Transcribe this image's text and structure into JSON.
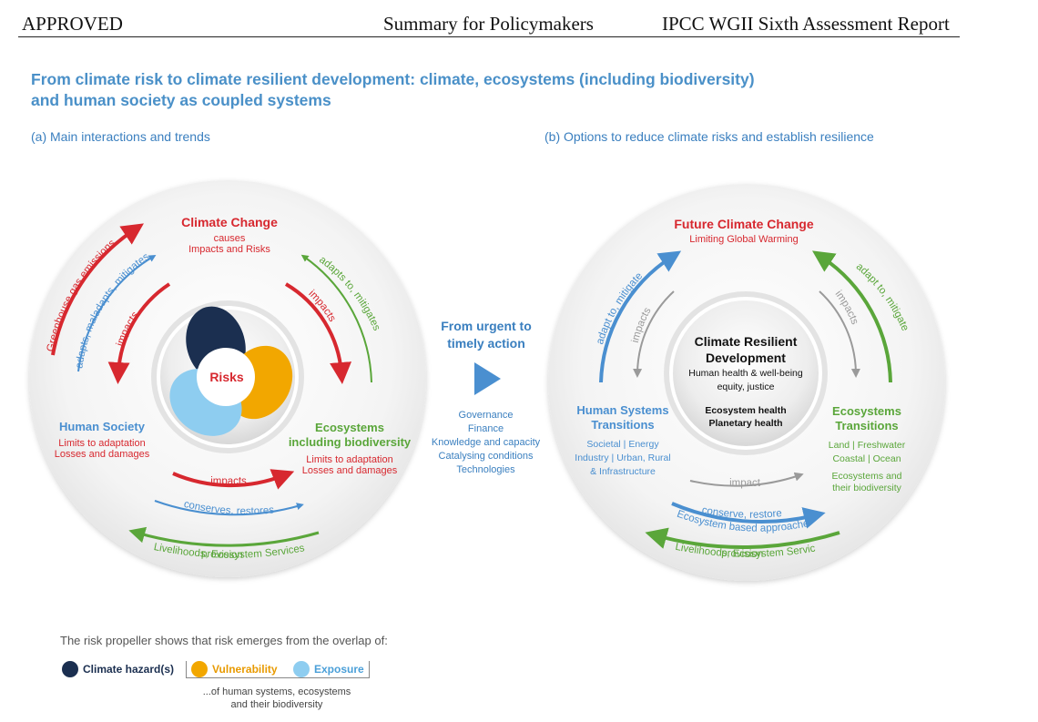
{
  "header": {
    "approved": "APPROVED",
    "center": "Summary for Policymakers",
    "right": "IPCC WGII Sixth Assessment Report"
  },
  "title": {
    "line1": "From climate risk to climate resilient development: climate, ecosystems (including biodiversity)",
    "line2": "and human society as coupled systems"
  },
  "panel_a": {
    "heading": "(a) Main interactions and trends",
    "climate_change": "Climate Change",
    "causes": "causes",
    "impacts_and_risks": "Impacts and Risks",
    "human_society": "Human Society",
    "hs_limits": "Limits to adaptation",
    "hs_losses": "Losses and damages",
    "ecosystems_1": "Ecosystems",
    "ecosystems_2": "including biodiversity",
    "eco_limits": "Limits to adaptation",
    "eco_losses": "Losses and damages",
    "risks": "Risks",
    "ghg": "Greenhouse gas emissions",
    "adapts_maladapts": "adapts, maladapts, mitigates",
    "impacts_left": "impacts",
    "impacts_right": "impacts",
    "adapts_to_mitigates": "adapts to, mitigates",
    "impacts_bottom": "impacts",
    "conserves_restores": "conserves, restores",
    "provision": "provision",
    "livelihoods": "Livelihoods, Ecosystem Services"
  },
  "middle": {
    "line1": "From urgent to",
    "line2": "timely action",
    "items": [
      "Governance",
      "Finance",
      "Knowledge and capacity",
      "Catalysing conditions",
      "Technologies"
    ]
  },
  "panel_b": {
    "heading": "(b) Options to reduce climate risks and establish resilience",
    "future_cc": "Future Climate Change",
    "limiting": "Limiting Global Warming",
    "crd_1": "Climate Resilient",
    "crd_2": "Development",
    "crd_3": "Human health & well-being",
    "crd_4": "equity, justice",
    "crd_5": "Ecosystem health",
    "crd_6": "Planetary health",
    "hst_1": "Human Systems",
    "hst_2": "Transitions",
    "hst_3": "Societal | Energy",
    "hst_4": "Industry | Urban, Rural",
    "hst_5": "& Infrastructure",
    "est_1": "Ecosystems",
    "est_2": "Transitions",
    "est_3": "Land | Freshwater",
    "est_4": "Coastal | Ocean",
    "est_5": "Ecosystems and",
    "est_6": "their biodiversity",
    "adapt_to_mitigate_left": "adapt to, mitigate",
    "impacts_left": "impacts",
    "impacts_right": "impacts",
    "adapt_to_mitigate_right": "adapt to, mitigate",
    "impact_bottom": "impact",
    "conserve_restore": "conserve, restore",
    "eba": "Ecosystem based approaches",
    "provision": "provision",
    "livelihoods": "Livelihoods, Ecosystem Services"
  },
  "legend": {
    "intro": "The risk propeller shows that risk emerges from the overlap of:",
    "hazard": "Climate hazard(s)",
    "vulnerability": "Vulnerability",
    "exposure": "Exposure",
    "note1": "...of human systems, ecosystems",
    "note2": "and their biodiversity"
  },
  "colors": {
    "red": "#d7282f",
    "blue": "#4a8fd0",
    "green": "#5aa63a",
    "gray": "#9a9a9a",
    "navy": "#1b2f50",
    "orange": "#f2a700",
    "lightblue": "#8ecdf0"
  }
}
